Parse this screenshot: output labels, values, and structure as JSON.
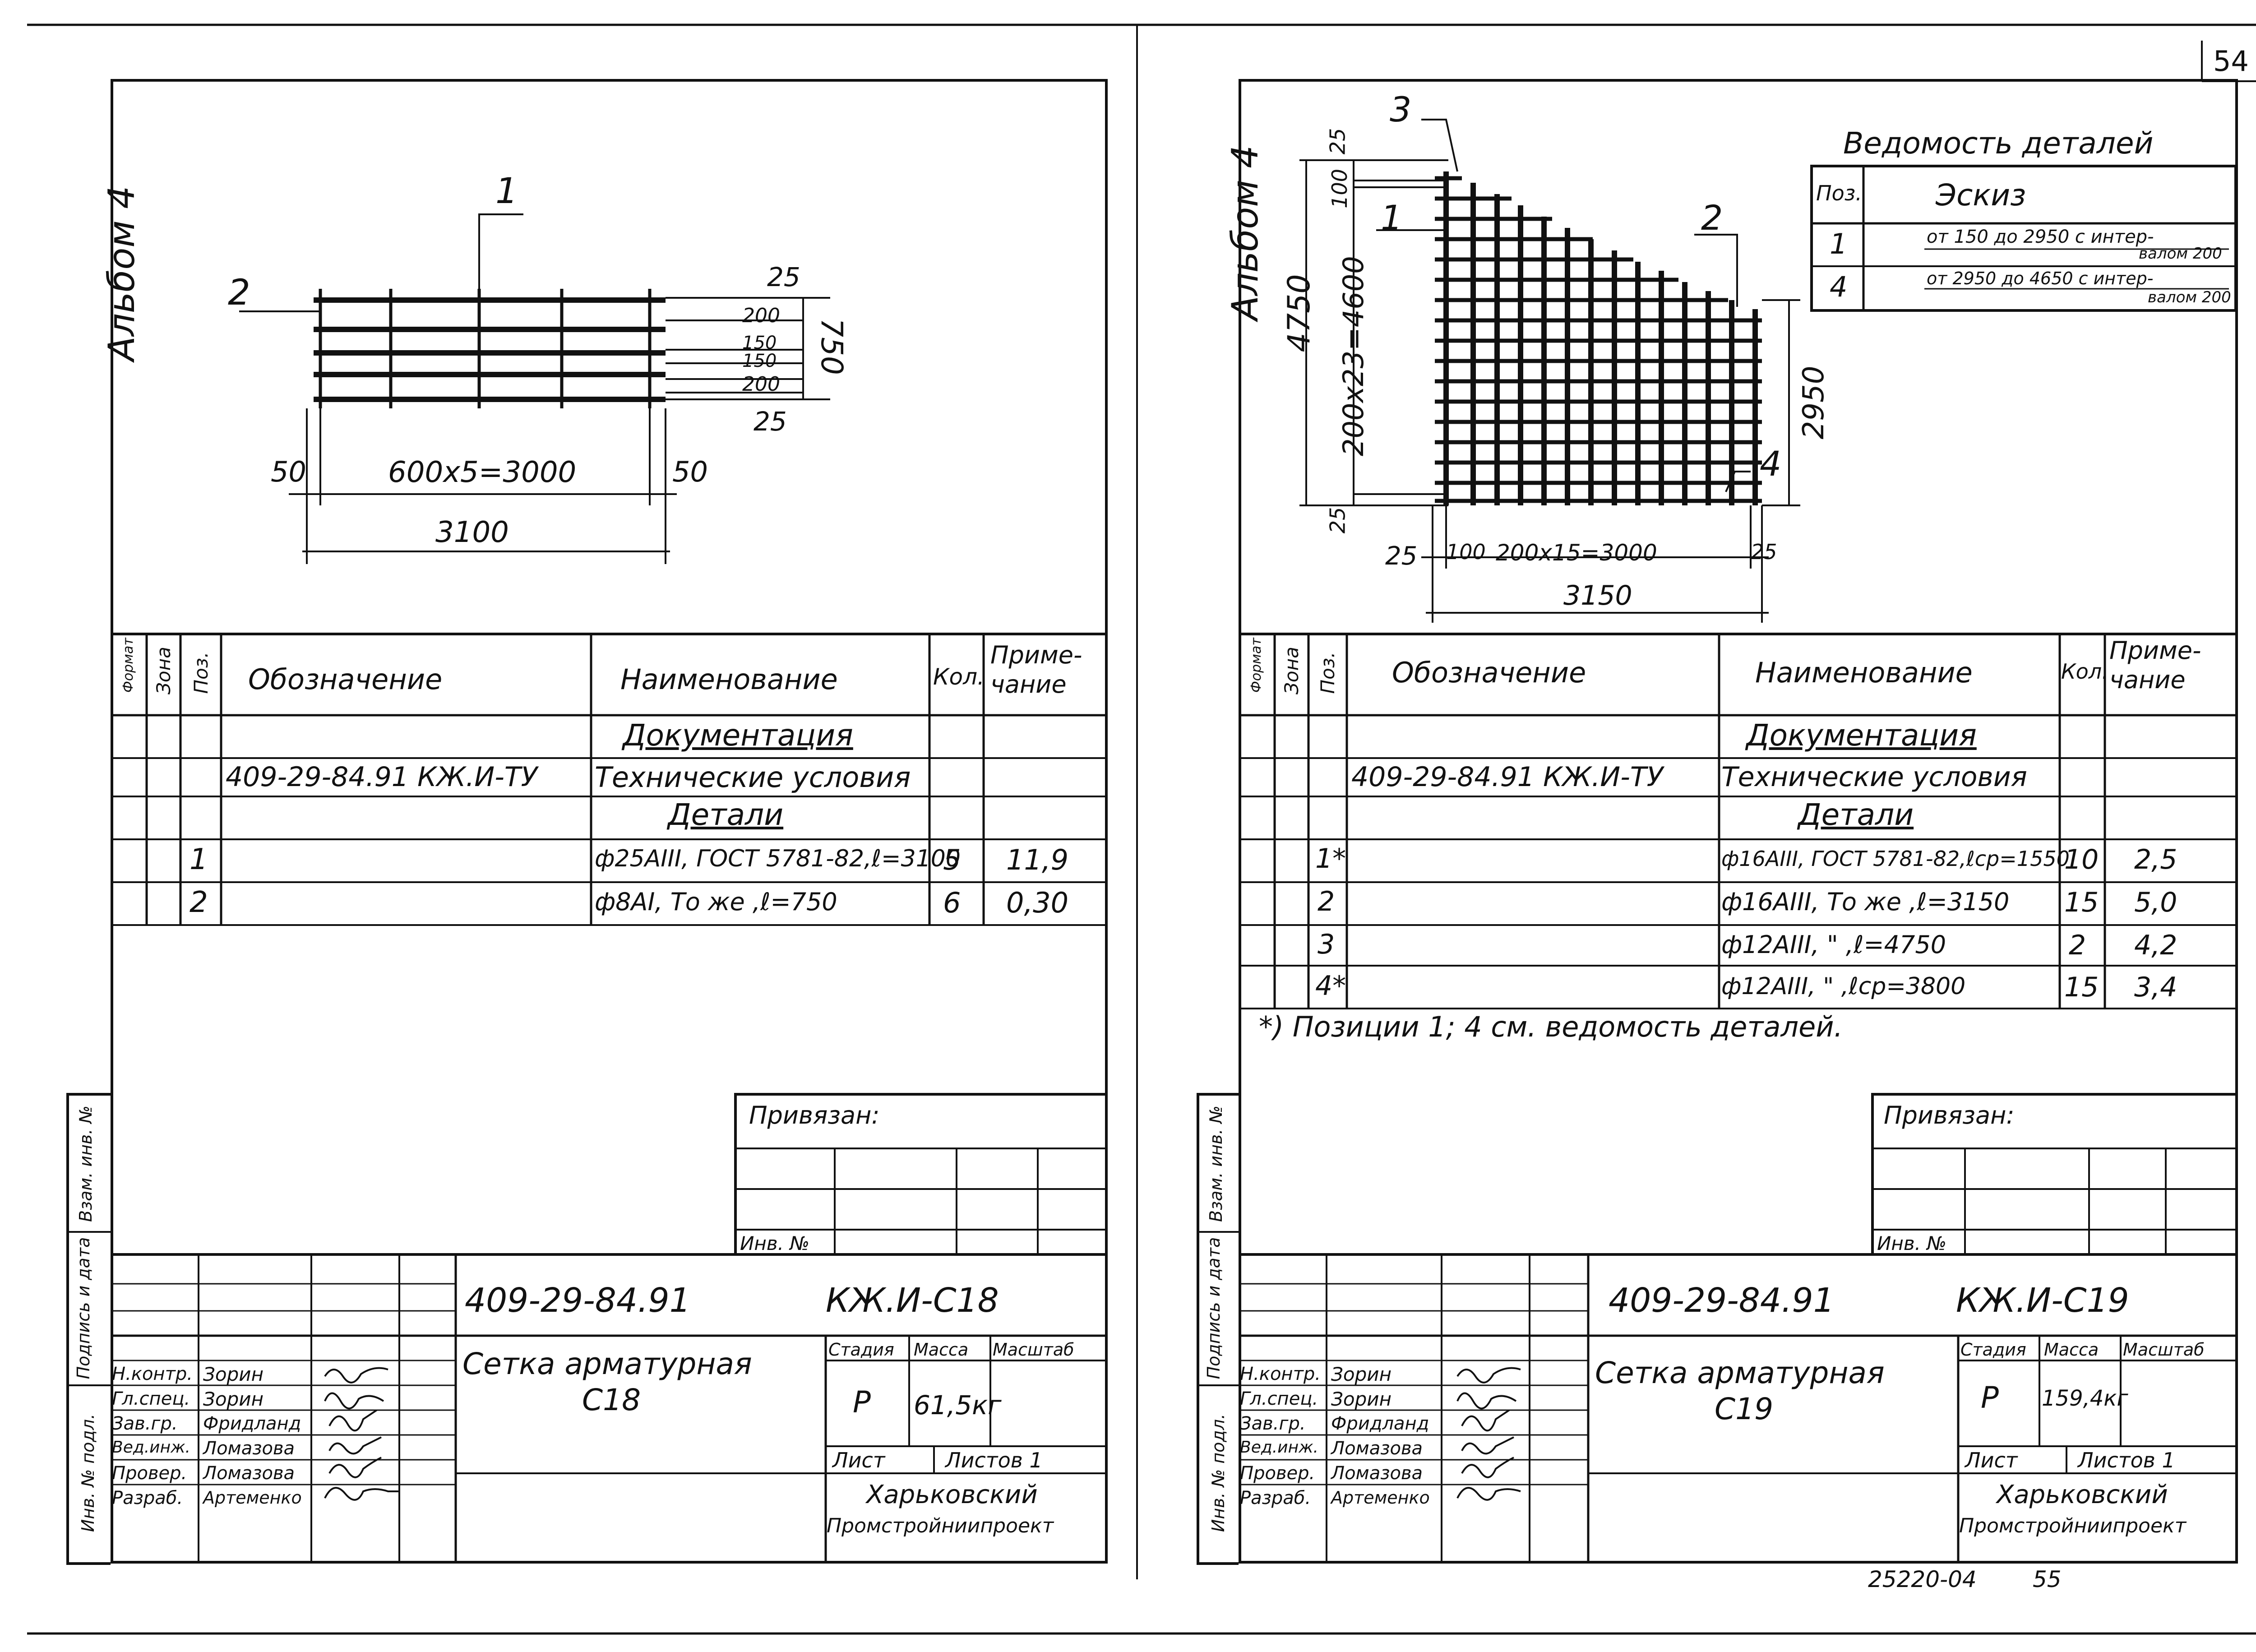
{
  "page_number": "54",
  "footer_code": "25220-04",
  "footer_page": "55",
  "left": {
    "album": "Альбом 4",
    "drawing": {
      "pos_top": "1",
      "pos_left": "2",
      "dim_25_top": "25",
      "dim_200_a": "200",
      "dim_150_a": "150",
      "dim_150_b": "150",
      "dim_200_b": "200",
      "dim_25_bot": "25",
      "dim_750": "750",
      "dim_50_l": "50",
      "dim_spacing": "600x5=3000",
      "dim_50_r": "50",
      "dim_total": "3100"
    },
    "spec": {
      "h_format": "Формат",
      "h_zone": "Зона",
      "h_pos": "Поз.",
      "h_designation": "Обозначение",
      "h_name": "Наименование",
      "h_qty": "Кол.",
      "h_note_1": "Приме-",
      "h_note_2": "чание",
      "sec_doc": "Документация",
      "doc_code": "409-29-84.91 КЖ.И-ТУ",
      "doc_name": "Технические условия",
      "sec_det": "Детали",
      "rows": [
        {
          "pos": "1",
          "name": "ф25АIII, ГОСТ 5781-82,ℓ=3100",
          "qty": "5",
          "note": "11,9"
        },
        {
          "pos": "2",
          "name": "ф8АI,  То же    ,ℓ=750",
          "qty": "6",
          "note": "0,30"
        }
      ]
    },
    "privyazan": "Привязан:",
    "inv_no": "Инв. №",
    "side_stamp": [
      "Инв. № подл.",
      "Подпись и дата",
      "Взам. инв. №"
    ],
    "title": {
      "code": "409-29-84.91",
      "mark": "КЖ.И-С18",
      "name_1": "Сетка арматурная",
      "name_2": "С18",
      "h_stage": "Стадия",
      "h_mass": "Масса",
      "h_scale": "Масштаб",
      "stage": "Р",
      "mass": "61,5кг",
      "sheet": "Лист",
      "sheets": "Листов 1",
      "org_1": "Харьковский",
      "org_2": "Промстройниипроект",
      "roles": [
        "Н.контр.",
        "Гл.спец.",
        "Зав.гр.",
        "Вед.инж.",
        "Провер.",
        "Разраб."
      ],
      "names": [
        "Зорин",
        "Зорин",
        "Фридланд",
        "Ломазова",
        "Ломазова",
        "Артеменко"
      ]
    }
  },
  "right": {
    "album": "Альбом 4",
    "drawing": {
      "pos_1": "1",
      "pos_2": "2",
      "pos_3": "3",
      "pos_4": "4",
      "dim_4750": "4750",
      "dim_grid": "200x23=4600",
      "dim_25_top": "25",
      "dim_100_top": "100",
      "dim_25_bot": "25",
      "dim_2950": "2950",
      "dim_25_l": "25",
      "dim_100_l": "100",
      "dim_spacing": "200x15=3000",
      "dim_25_r": "25",
      "dim_total": "3150"
    },
    "details": {
      "title": "Ведомость деталей",
      "h_pos": "Поз.",
      "h_sketch": "Эскиз",
      "rows": [
        {
          "pos": "1",
          "line_1": "от 150 до 2950 с интер-",
          "line_2": "валом 200"
        },
        {
          "pos": "4",
          "line_1": "от 2950 до 4650 с интер-",
          "line_2": "валом 200"
        }
      ]
    },
    "spec": {
      "h_format": "Формат",
      "h_zone": "Зона",
      "h_pos": "Поз.",
      "h_designation": "Обозначение",
      "h_name": "Наименование",
      "h_qty": "Кол.",
      "h_note_1": "Приме-",
      "h_note_2": "чание",
      "sec_doc": "Документация",
      "doc_code": "409-29-84.91 КЖ.И-ТУ",
      "doc_name": "Технические условия",
      "sec_det": "Детали",
      "rows": [
        {
          "pos": "1*",
          "name": "ф16АIII, ГОСТ 5781-82,ℓср=1550",
          "qty": "10",
          "note": "2,5"
        },
        {
          "pos": "2",
          "name": "ф16АIII,  То же   ,ℓ=3150",
          "qty": "15",
          "note": "5,0"
        },
        {
          "pos": "3",
          "name": "ф12АIII,    \"    ,ℓ=4750",
          "qty": "2",
          "note": "4,2"
        },
        {
          "pos": "4*",
          "name": "ф12АIII,    \"    ,ℓср=3800",
          "qty": "15",
          "note": "3,4"
        }
      ],
      "footnote": "*) Позиции 1; 4 см. ведомость деталей."
    },
    "privyazan": "Привязан:",
    "inv_no": "Инв. №",
    "side_stamp": [
      "Инв. № подл.",
      "Подпись и дата",
      "Взам. инв. №"
    ],
    "title": {
      "code": "409-29-84.91",
      "mark": "КЖ.И-С19",
      "name_1": "Сетка арматурная",
      "name_2": "С19",
      "h_stage": "Стадия",
      "h_mass": "Масса",
      "h_scale": "Масштаб",
      "stage": "Р",
      "mass": "159,4кг",
      "sheet": "Лист",
      "sheets": "Листов 1",
      "org_1": "Харьковский",
      "org_2": "Промстройниипроект",
      "roles": [
        "Н.контр.",
        "Гл.спец.",
        "Зав.гр.",
        "Вед.инж.",
        "Провер.",
        "Разраб."
      ],
      "names": [
        "Зорин",
        "Зорин",
        "Фридланд",
        "Ломазова",
        "Ломазова",
        "Артеменко"
      ]
    }
  }
}
